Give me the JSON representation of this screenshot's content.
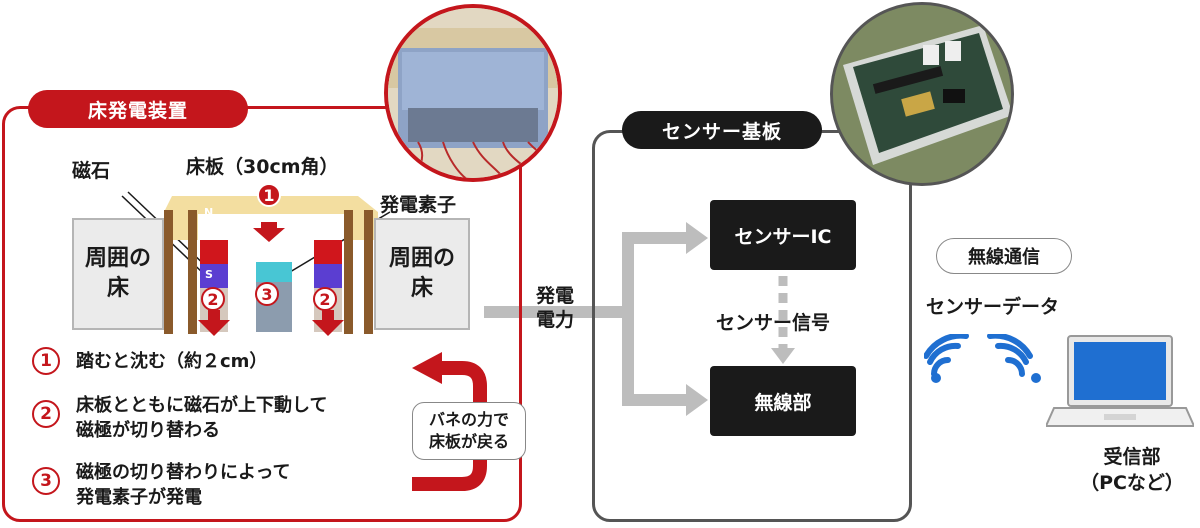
{
  "floor_device": {
    "title": "床発電装置",
    "floor_board_label": "床板（30cm角）",
    "magnet_label": "磁石",
    "element_label": "発電素子",
    "surrounding_floor": [
      "周囲の",
      "床"
    ],
    "pole_n": "N",
    "pole_s": "S",
    "marks": {
      "one": "1",
      "two": "2",
      "three": "3"
    },
    "steps": [
      {
        "num": "1",
        "lines": [
          "踏むと沈む（約２cm）"
        ]
      },
      {
        "num": "2",
        "lines": [
          "床板とともに磁石が上下動して",
          "磁極が切り替わる"
        ]
      },
      {
        "num": "3",
        "lines": [
          "磁極の切り替わりによって",
          "発電素子が発電"
        ]
      }
    ],
    "spring_note": [
      "バネの力で",
      "床板が戻る"
    ],
    "photo_icon": "floor-device-photo"
  },
  "power_label": [
    "発電",
    "電力"
  ],
  "sensor_board": {
    "title": "センサー基板",
    "sensor_ic": "センサーIC",
    "signal_label": "センサー信号",
    "radio": "無線部",
    "photo_icon": "circuit-board-photo"
  },
  "wireless": {
    "pill": "無線通信",
    "data_label": "センサーデータ",
    "icon": "wifi-signal-icon"
  },
  "receiver": {
    "label": [
      "受信部",
      "（PCなど）"
    ],
    "icon": "laptop-icon"
  },
  "colors": {
    "accent_red": "#c4161c",
    "dark": "#1a1a1a",
    "wifi_blue": "#1f6fd1",
    "arrow_gray": "#bdbdbd"
  }
}
